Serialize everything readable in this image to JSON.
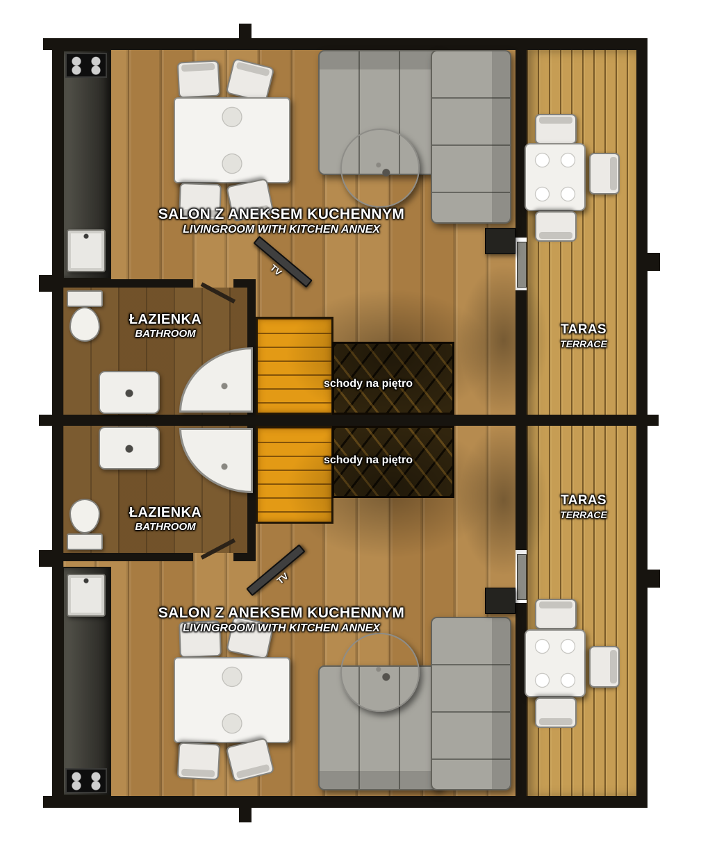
{
  "colors": {
    "wall": "#17140f",
    "living_floor": "#b0854a",
    "bathroom_floor": "#926d3b",
    "terrace_floor": "#c69d54",
    "stairs": "#e39a15",
    "sofa": "#a7a69f",
    "furniture_white": "#f2f1ed"
  },
  "units": [
    {
      "living_room": {
        "pl": "SALON Z ANEKSEM KUCHENNYM",
        "en": "LIVINGROOM WITH KITCHEN ANNEX"
      },
      "bathroom": {
        "pl": "ŁAZIENKA",
        "en": "BATHROOM"
      },
      "terrace": {
        "pl": "TARAS",
        "en": "TERRACE"
      },
      "stairs": "schody na piętro",
      "tv": "TV"
    },
    {
      "living_room": {
        "pl": "SALON Z ANEKSEM KUCHENNYM",
        "en": "LIVINGROOM WITH KITCHEN ANNEX"
      },
      "bathroom": {
        "pl": "ŁAZIENKA",
        "en": "BATHROOM"
      },
      "terrace": {
        "pl": "TARAS",
        "en": "TERRACE"
      },
      "stairs": "schody na piętro",
      "tv": "TV"
    }
  ]
}
